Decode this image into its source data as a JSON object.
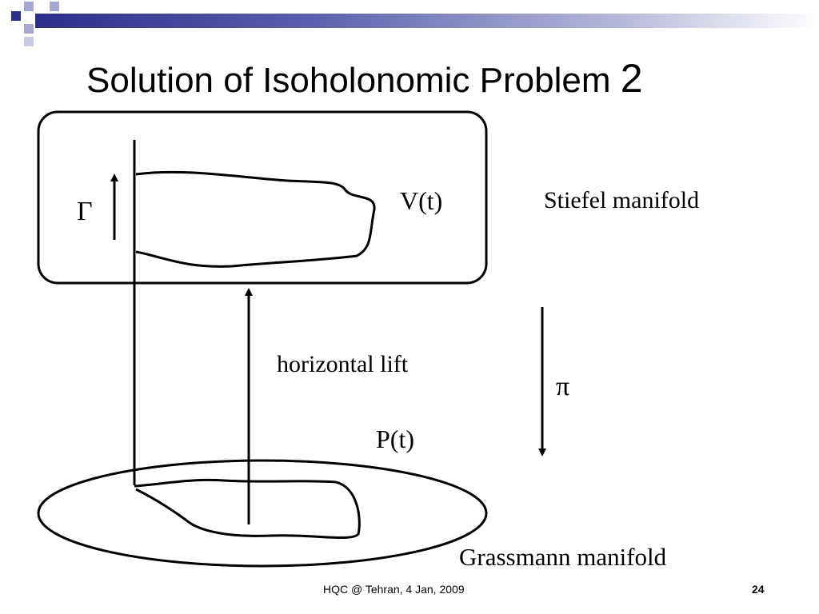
{
  "slide": {
    "title_text": "Solution of Isoholonomic Problem",
    "title_number": "2"
  },
  "diagram": {
    "labels": {
      "gamma": "Γ",
      "v_t": "V(t)",
      "stiefel": "Stiefel manifold",
      "horizontal_lift": "horizontal lift",
      "pi": "π",
      "p_t": "P(t)",
      "grassmann": "Grassmann manifold"
    }
  },
  "footer": {
    "text": "HQC @ Tehran, 4 Jan, 2009",
    "page_number": "24"
  },
  "colors": {
    "accent_dark": "#2b2e8c",
    "accent_light": "#a6a8d2",
    "ink": "#000000"
  }
}
